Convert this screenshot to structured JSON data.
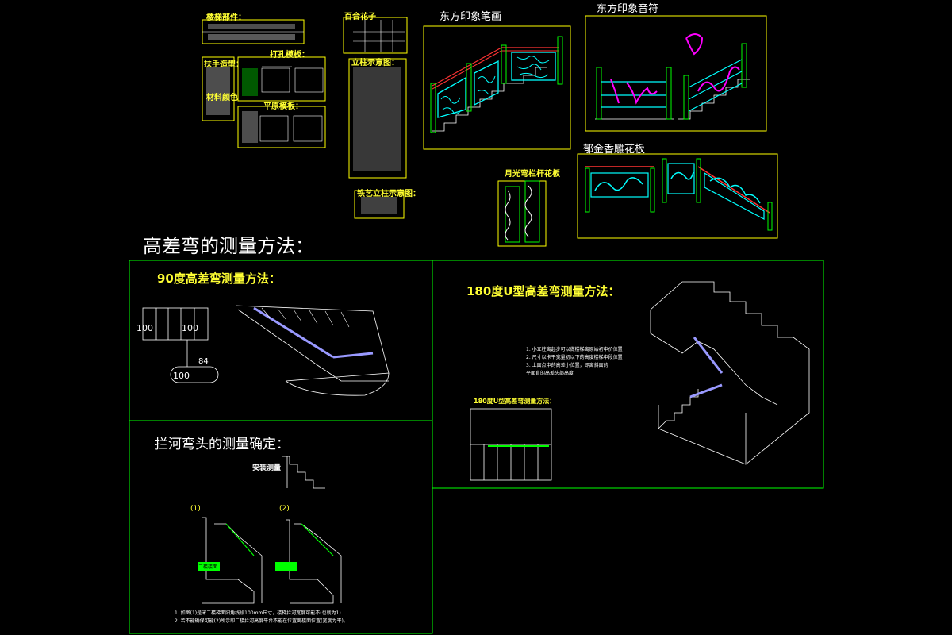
{
  "labels": {
    "dongfang_bihua": "东方印象笔画",
    "dongfang_yinfu": "东方印象音符",
    "yujinxiang": "郁金香雕花板",
    "main_title": "高差弯的测量方法：",
    "sec90": "90度高差弯测量方法：",
    "sec180": "180度U型高差弯测量方法：",
    "lanhe": "拦河弯头的测量确定：",
    "tl1": "楼梯部件：",
    "tl2": "百合花子",
    "tl3": "立柱示意图：",
    "tl4": "扶手造型：",
    "tl5": "打孔模板：",
    "tl6": "材料颜色",
    "tl7": "平原模板：",
    "tl8": "铁艺立柱示意图：",
    "tl9": "月光弯栏杆花板",
    "sub180": "180度U型高差弯测量方法：",
    "marker_a": "(1)",
    "marker_b": "(2)",
    "dim100a": "100",
    "dim100b": "100",
    "dim100c": "100",
    "dim84": "84",
    "green_a": "安装测量",
    "ground": "二楼楼面",
    "note1": "1. 如图(1)是宋二楼梯面阳角线段100mm尺寸，楼梯拦河宽度可能不(也就为1)",
    "note2": "2. 若不能确保可能(2)所示即二楼拦河高度平台不能在位置离楼面位置(宽度为平)。",
    "n180_1": "1. 小立柱离起步可以做楼梯离原始初中价位置",
    "n180_2": "2. 尺寸以卡平宽量初以下的高度楼梯中段位置",
    "n180_3": "3. 上面点中的高差小位置，即离斜面的",
    "n180_4": "   平面直的高差头部高度"
  },
  "colors": {
    "frame": "#00ff00",
    "yellow": "#ffff00",
    "cyan": "#00ffff",
    "magenta": "#ff00ff",
    "red": "#ff3333",
    "white": "#ffffff"
  }
}
